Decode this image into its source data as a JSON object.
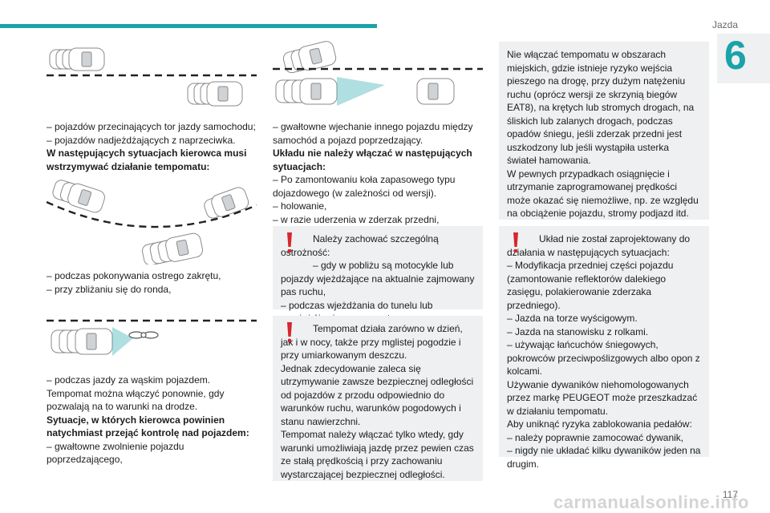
{
  "header": {
    "section": "Jazda",
    "chapter": "6",
    "page_number": "117"
  },
  "col1": {
    "p1": "– pojazdów przecinających tor jazdy samochodu;",
    "p2": "– pojazdów nadjeżdżających z naprzeciwka.",
    "p3": "W następujących sytuacjach kierowca musi wstrzymywać działanie tempomatu:",
    "p4": "– podczas pokonywania ostrego zakrętu,",
    "p5": "– przy zbliżaniu się do ronda,",
    "p6": "– podczas jazdy za wąskim pojazdem.",
    "p7": "Tempomat można włączyć ponownie, gdy pozwalają na to warunki na drodze.",
    "p8": "Sytuacje, w których kierowca powinien natychmiast przejąć kontrolę nad pojazdem:",
    "p9": "– gwałtowne zwolnienie pojazdu poprzedzającego,"
  },
  "col2": {
    "p1": "– gwałtowne wjechanie innego pojazdu między samochód a pojazd poprzedzający.",
    "p2": "Układu nie należy włączać w następujących sytuacjach:",
    "p3": "– Po zamontowaniu koła zapasowego typu dojazdowego (w zależności od wersji).",
    "p4": "– holowanie,",
    "p5": "– w razie uderzenia w zderzak przedni,",
    "box1": {
      "p1": "Należy zachować szczególną ostrożność:",
      "p2": "– gdy w pobliżu są motocykle lub pojazdy wjeżdżające na aktualnie zajmowany pas ruchu,",
      "p3": "– podczas wjeżdżania do tunelu lub przejeżdżania przez most."
    },
    "box2": {
      "p1": "Tempomat działa zarówno w dzień, jak i w nocy, także przy mglistej pogodzie i przy umiarkowanym deszczu.",
      "p2": "Jednak zdecydowanie zaleca się utrzymywanie zawsze bezpiecznej odległości od pojazdów z przodu odpowiednio do warunków ruchu, warunków pogodowych i stanu nawierzchni.",
      "p3": "Tempomat należy włączać tylko wtedy, gdy warunki umożliwiają jazdę przez pewien czas ze stałą prędkością i przy zachowaniu wystarczającej bezpiecznej odległości."
    }
  },
  "col3": {
    "box1": {
      "p1": "Nie włączać tempomatu w obszarach miejskich, gdzie istnieje ryzyko wejścia pieszego na drogę, przy dużym natężeniu ruchu (oprócz wersji ze skrzynią biegów EAT8), na krętych lub stromych drogach, na śliskich lub zalanych drogach, podczas opadów śniegu, jeśli zderzak przedni jest uszkodzony lub jeśli wystąpiła usterka świateł hamowania.",
      "p2": "W pewnych przypadkach osiągnięcie i utrzymanie zaprogramowanej prędkości może okazać się niemożliwe, np. ze względu na obciążenie pojazdu, stromy podjazd itd."
    },
    "box2": {
      "p1": "Układ nie został zaprojektowany do działania w następujących sytuacjach:",
      "p2": "– Modyfikacja przedniej części pojazdu (zamontowanie reflektorów dalekiego zasięgu, polakierowanie zderzaka przedniego).",
      "p3": "– Jazda na torze wyścigowym.",
      "p4": "– Jazda na stanowisku z rolkami.",
      "p5": "– używając łańcuchów śniegowych, pokrowców przeciwpoślizgowych albo opon z kolcami.",
      "p6": "Używanie dywaników niehomologowanych przez markę PEUGEOT może przeszkadzać w działaniu tempomatu.",
      "p7": "Aby uniknąć ryzyka zablokowania pedałów:",
      "p8": "– należy poprawnie zamocować dywanik,",
      "p9": "– nigdy nie układać kilku dywaników jeden na drugim."
    }
  },
  "watermark": "carmanualsonline.info",
  "colors": {
    "accent": "#1aa3a8",
    "warning": "#d7262e",
    "box_bg": "#eef0f2"
  }
}
